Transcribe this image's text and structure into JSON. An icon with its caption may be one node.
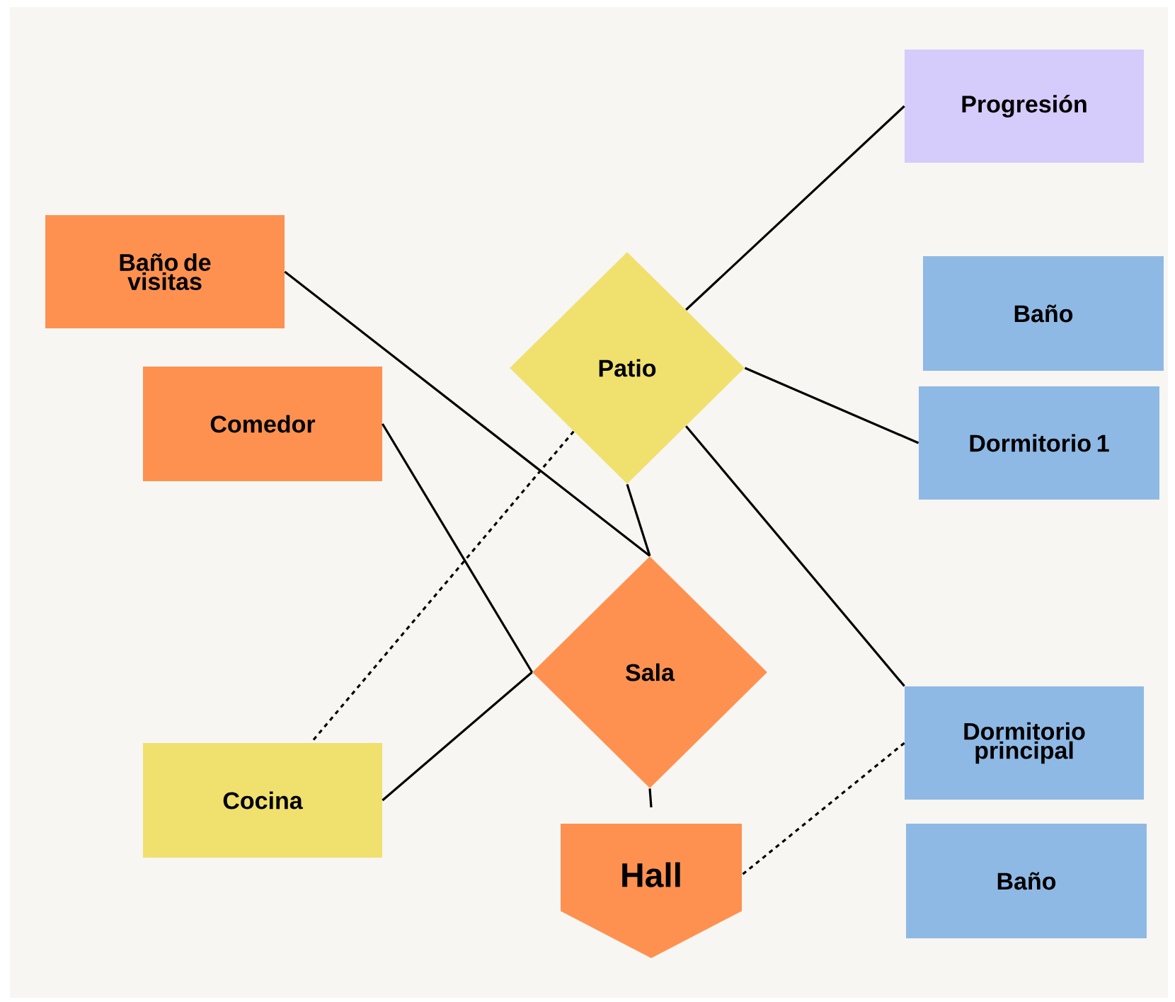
{
  "diagram": {
    "nodes": [
      {
        "text": [
          "Progresión"
        ]
      },
      {
        "text": [
          "Baño de visitas"
        ]
      },
      {
        "text": [
          "Baño"
        ]
      },
      {
        "text": [
          "Patio"
        ]
      },
      {
        "text": [
          "Comedor"
        ]
      },
      {
        "text": [
          "Dormitorio 1"
        ]
      },
      {
        "text": [
          "Sala"
        ]
      },
      {
        "text": [
          "Dormitorio principal"
        ]
      },
      {
        "text": [
          "Cocina"
        ]
      },
      {
        "text": [
          "Hall"
        ]
      },
      {
        "text": [
          "Baño"
        ]
      }
    ],
    "edges": [
      {
        "from": 3,
        "to": 0,
        "arrow": "none"
      },
      {
        "from": 1,
        "to": 6,
        "arrow": "none"
      },
      {
        "from": 3,
        "to": 5,
        "arrow": "none"
      },
      {
        "from": 3,
        "to": 6,
        "arrow": "none"
      },
      {
        "from": 3,
        "to": 7,
        "arrow": "none"
      },
      {
        "from": 4,
        "to": 6,
        "arrow": "none"
      },
      {
        "from": 8,
        "to": 6,
        "arrow": "none"
      },
      {
        "from": 3,
        "to": 8,
        "arrow": "none",
        "style": "dashed"
      },
      {
        "from": 6,
        "to": 9,
        "arrow": "none"
      },
      {
        "from": 7,
        "to": 9,
        "arrow": "none",
        "style": "dashed"
      }
    ]
  }
}
